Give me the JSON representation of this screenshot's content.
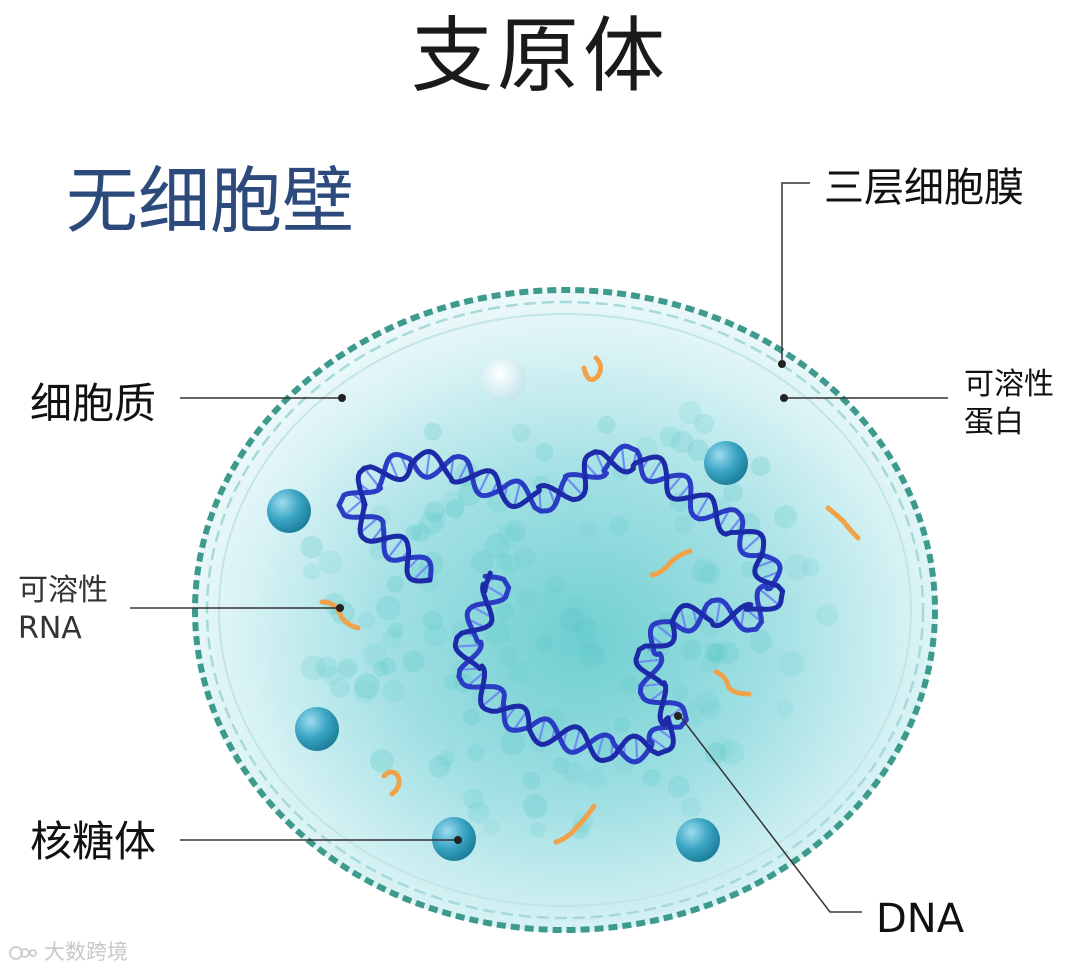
{
  "title": "支原体",
  "subtitle": "无细胞壁",
  "labels": {
    "membrane": "三层细胞膜",
    "cytoplasm": "细胞质",
    "soluble_protein_line1": "可溶性",
    "soluble_protein_line2": "蛋白",
    "soluble_rna_line1": "可溶性",
    "soluble_rna_line2": "RNA",
    "ribosome": "核糖体",
    "dna": "DNA"
  },
  "watermark": "大数跨境",
  "colors": {
    "membrane_outer": "#3e9a8c",
    "membrane_inner": "#9fd6d8",
    "cytoplasm": "#b6e7ec",
    "cytoplasm_center": "#78d2d3",
    "dna_dark": "#2233b8",
    "dna_light": "#5f8df0",
    "ribosome": "#3aa5c4",
    "rna": "#f0a24a",
    "title_blue": "#2c4a7c"
  },
  "icons": [
    "dna-helix-icon",
    "ribosome-icon",
    "rna-strand-icon",
    "soluble-protein-icon"
  ]
}
